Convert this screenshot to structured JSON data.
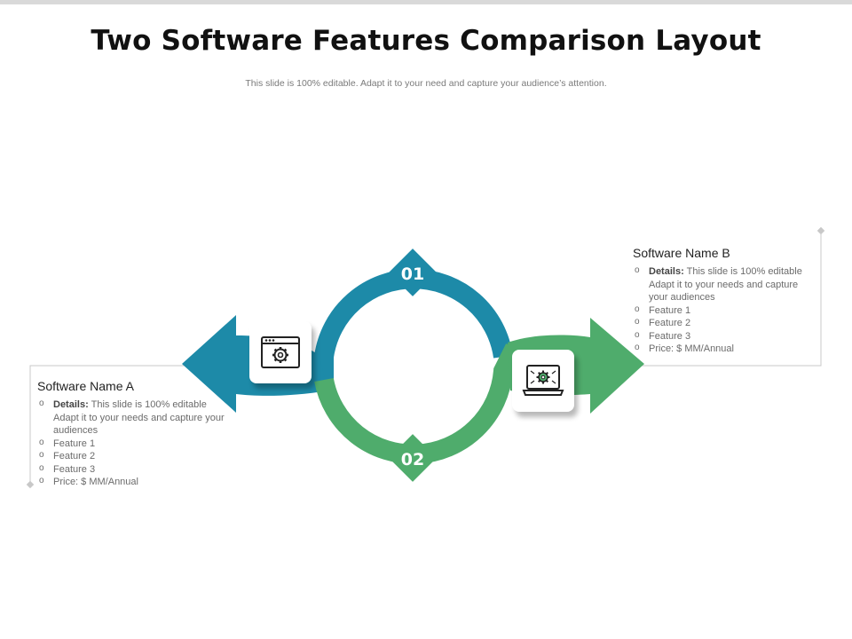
{
  "title": "Two Software Features Comparison Layout",
  "subtitle": "This slide is 100% editable. Adapt it to your need and capture your audience’s attention.",
  "colors": {
    "blue": "#1d8aa8",
    "green": "#4fac6c",
    "line": "#c8c8c8"
  },
  "steps": [
    {
      "number": "01",
      "color": "#1d8aa8",
      "icon": "browser-gear-icon"
    },
    {
      "number": "02",
      "color": "#4fac6c",
      "icon": "laptop-gear-icon"
    }
  ],
  "software_a": {
    "name": "Software Name A",
    "details_label": "Details:",
    "details_text": "This slide is 100% editable Adapt it to your needs and capture your audiences",
    "features": [
      "Feature 1",
      "Feature 2",
      "Feature 3"
    ],
    "price": "Price: $ MM/Annual"
  },
  "software_b": {
    "name": "Software Name B",
    "details_label": "Details:",
    "details_text": "This slide is 100% editable Adapt it to your needs and capture your audiences",
    "features": [
      "Feature 1",
      "Feature 2",
      "Feature 3"
    ],
    "price": "Price: $ MM/Annual"
  }
}
